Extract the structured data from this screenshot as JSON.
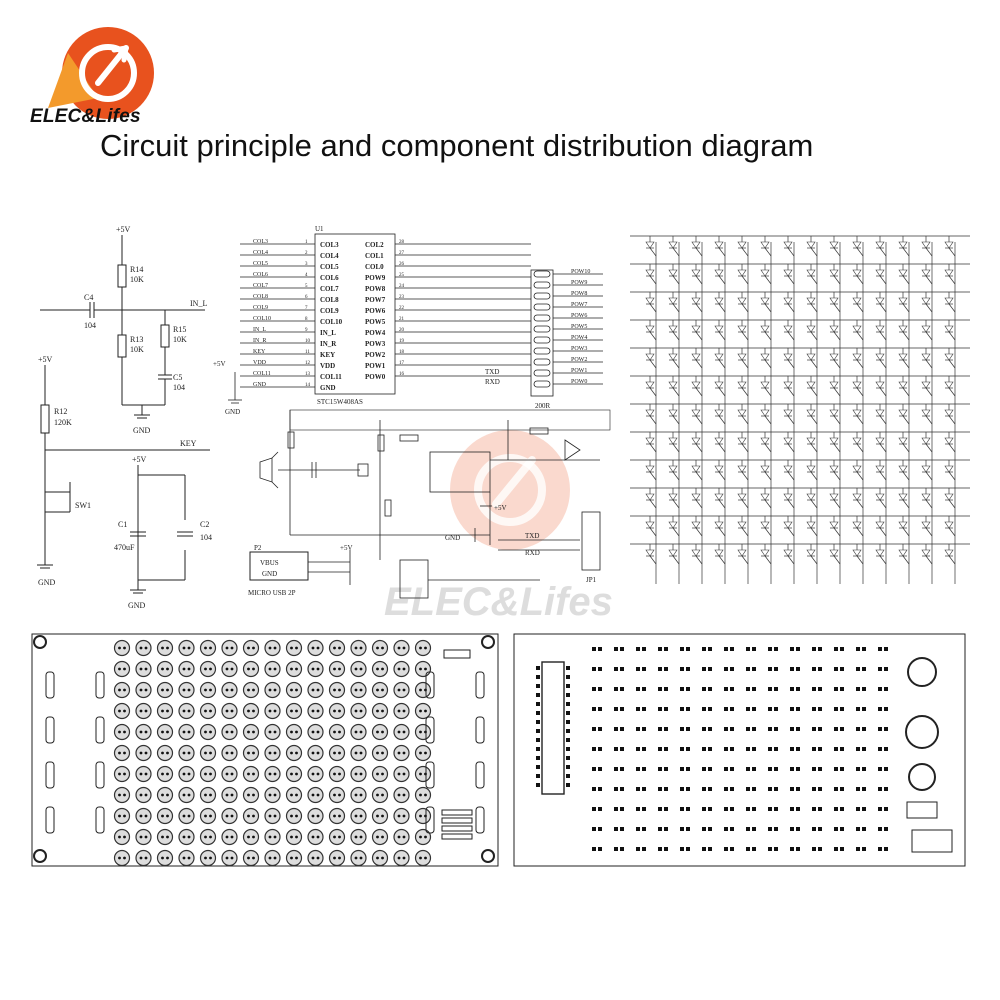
{
  "brand": {
    "name": "ELEC&Lifes",
    "colors": {
      "primary": "#e8521e",
      "secondary": "#f39a2c"
    }
  },
  "title": "Circuit principle and component distribution diagram",
  "watermark": "ELEC&Lifes",
  "schematic_left": {
    "labels": [
      "+5V",
      "R14",
      "10K",
      "C4",
      "104",
      "IN_L",
      "R13",
      "10K",
      "R15",
      "10K",
      "C5",
      "104",
      "GND",
      "+5V",
      "R12",
      "120K",
      "KEY",
      "SW1",
      "C1",
      "470uF",
      "C2",
      "104",
      "GND",
      "+5V",
      "GND"
    ]
  },
  "mcu": {
    "name": "U1",
    "part": "STC15W408AS",
    "left_pins": [
      "COL3",
      "COL4",
      "COL5",
      "COL6",
      "COL7",
      "COL8",
      "COL9",
      "COL10",
      "IN_L",
      "IN_R",
      "KEY",
      "VDD",
      "COL11",
      "GND"
    ],
    "right_pins": [
      "COL2",
      "COL1",
      "COL0",
      "POW9",
      "POW8",
      "POW7",
      "POW6",
      "POW5",
      "POW4",
      "POW3",
      "POW2",
      "POW1",
      "POW0"
    ],
    "resistor_net": [
      "POW10",
      "POW9",
      "POW8",
      "POW7",
      "POW6",
      "POW5",
      "POW4",
      "POW3",
      "POW2",
      "POW1",
      "POW0"
    ],
    "other": [
      "+5V",
      "GND",
      "TXD",
      "RXD",
      "200R"
    ]
  },
  "amp_circuit": {
    "labels": [
      "GND",
      "+5V",
      "TXD",
      "RXD",
      "JP1"
    ]
  },
  "usb": {
    "label": "MICRO USB 2P",
    "pins": [
      "VBUS",
      "GND"
    ],
    "ref": "P2",
    "supply": "+5V"
  }
}
